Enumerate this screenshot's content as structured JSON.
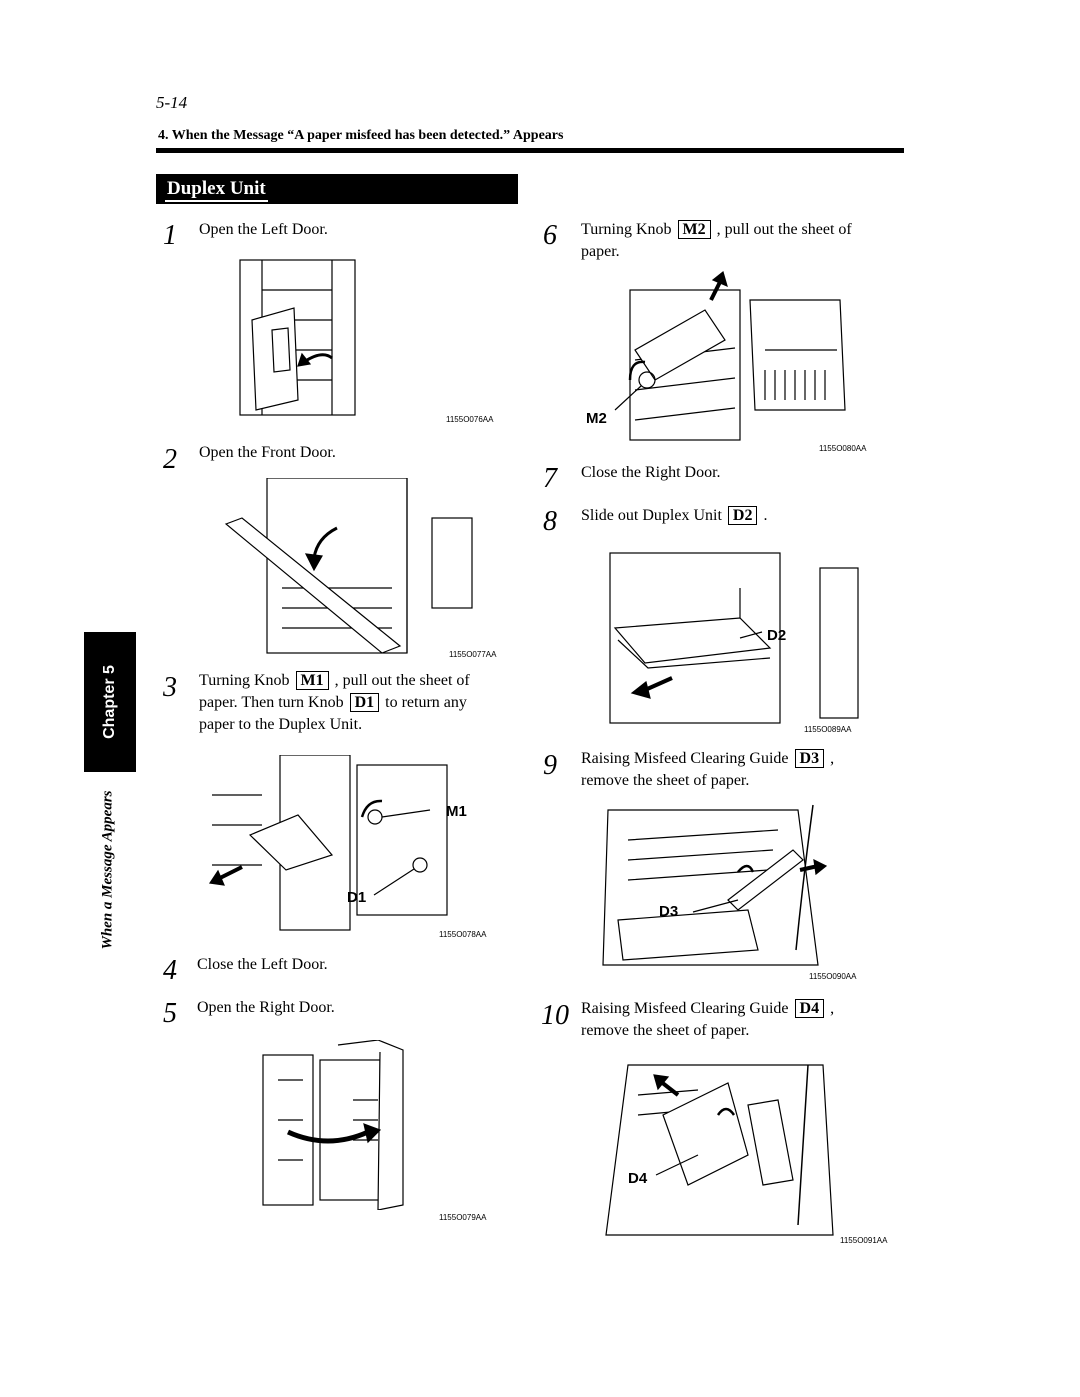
{
  "header": {
    "page_number": "5-14",
    "running_head": "4. When the Message “A paper misfeed has been detected.” Appears"
  },
  "section": {
    "title": "Duplex Unit"
  },
  "side": {
    "chapter": "Chapter 5",
    "label": "When a Message Appears"
  },
  "steps": [
    {
      "num": "1",
      "text": "Open the Left Door."
    },
    {
      "num": "2",
      "text": "Open the Front Door."
    },
    {
      "num": "3",
      "t1": "Turning Knob",
      "k1": "M1",
      "t2": ", pull out the sheet of",
      "t3": "paper. Then turn Knob",
      "k2": "D1",
      "t4": "to return any",
      "t5": "paper to the Duplex Unit."
    },
    {
      "num": "4",
      "text": "Close the Left Door."
    },
    {
      "num": "5",
      "text": "Open the Right Door."
    },
    {
      "num": "6",
      "t1": "Turning Knob",
      "k1": "M2",
      "t2": ", pull out the sheet of",
      "t3": "paper."
    },
    {
      "num": "7",
      "text": "Close the Right Door."
    },
    {
      "num": "8",
      "t1": "Slide out Duplex Unit",
      "k1": "D2",
      "t2": "."
    },
    {
      "num": "9",
      "t1": "Raising Misfeed Clearing Guide",
      "k1": "D3",
      "t2": ",",
      "t3": "remove the sheet of paper."
    },
    {
      "num": "10",
      "t1": "Raising Misfeed Clearing Guide",
      "k1": "D4",
      "t2": ",",
      "t3": "remove the sheet of paper."
    }
  ],
  "figures": [
    {
      "code": "1155O076AA"
    },
    {
      "code": "1155O077AA"
    },
    {
      "code": "1155O078AA",
      "callouts": [
        "M1",
        "D1"
      ]
    },
    {
      "code": "1155O079AA"
    },
    {
      "code": "1155O080AA",
      "callouts": [
        "M2"
      ]
    },
    {
      "code": "1155O089AA",
      "callouts": [
        "D2"
      ]
    },
    {
      "code": "1155O090AA",
      "callouts": [
        "D3"
      ]
    },
    {
      "code": "1155O091AA",
      "callouts": [
        "D4"
      ]
    }
  ]
}
